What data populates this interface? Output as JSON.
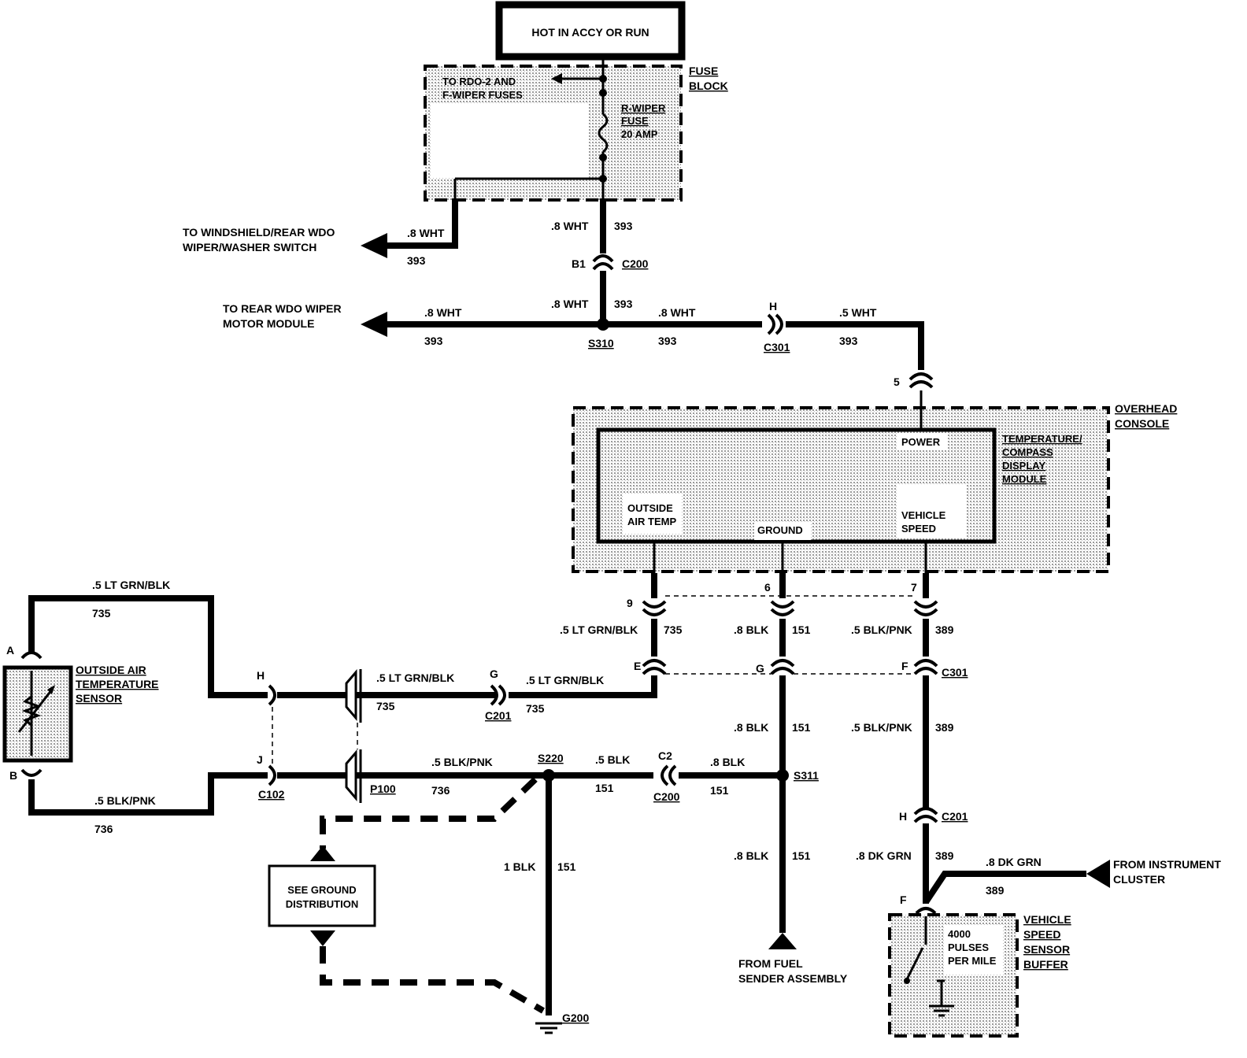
{
  "power_source": "HOT IN ACCY OR RUN",
  "fuse_block": {
    "title_line1": "FUSE",
    "title_line2": "BLOCK",
    "to_fuses_line1": "TO RDO-2 AND",
    "to_fuses_line2": "F-WIPER FUSES",
    "fuse_line1": "R-WIPER",
    "fuse_line2": "FUSE",
    "fuse_line3": "20 AMP"
  },
  "destinations": {
    "wiper_switch_line1": "TO WINDSHIELD/REAR WDO",
    "wiper_switch_line2": "WIPER/WASHER SWITCH",
    "rear_wiper_line1": "TO REAR WDO WIPER",
    "rear_wiper_line2": "MOTOR MODULE",
    "fuel_sender_line1": "FROM FUEL",
    "fuel_sender_line2": "SENDER ASSEMBLY",
    "instrument_line1": "FROM INSTRUMENT",
    "instrument_line2": "CLUSTER",
    "ground_dist_line1": "SEE GROUND",
    "ground_dist_line2": "DISTRIBUTION"
  },
  "overhead_console": {
    "title_line1": "OVERHEAD",
    "title_line2": "CONSOLE",
    "module_line1": "TEMPERATURE/",
    "module_line2": "COMPASS",
    "module_line3": "DISPLAY",
    "module_line4": "MODULE",
    "power": "POWER",
    "outside_line1": "OUTSIDE",
    "outside_line2": "AIR TEMP",
    "ground": "GROUND",
    "vehicle_line1": "VEHICLE",
    "vehicle_line2": "SPEED"
  },
  "sensor": {
    "line1": "OUTSIDE AIR",
    "line2": "TEMPERATURE",
    "line3": "SENSOR",
    "pin_a": "A",
    "pin_b": "B"
  },
  "vss_buffer": {
    "line1": "VEHICLE",
    "line2": "SPEED",
    "line3": "SENSOR",
    "line4": "BUFFER",
    "pulses_line1": "4000",
    "pulses_line2": "PULSES",
    "pulses_line3": "PER MILE",
    "pin": "F"
  },
  "wires": {
    "wht8": ".8 WHT",
    "wht5": ".5 WHT",
    "c393": "393",
    "ltgrn": ".5 LT GRN/BLK",
    "c735": "735",
    "blkpnk": ".5 BLK/PNK",
    "c736": "736",
    "blk8": ".8 BLK",
    "blk5": ".5 BLK",
    "blk1": "1 BLK",
    "c151": "151",
    "c389": "389",
    "dkgrn": ".8 DK GRN"
  },
  "connectors": {
    "c200": "C200",
    "c301": "C301",
    "c201": "C201",
    "c102": "C102",
    "p100": "P100",
    "s310": "S310",
    "s311": "S311",
    "s220": "S220",
    "g200": "G200",
    "b1": "B1",
    "h": "H",
    "g": "G",
    "j": "J",
    "e": "E",
    "f": "F",
    "c2": "C2",
    "p5": "5",
    "p6": "6",
    "p7": "7",
    "p9": "9"
  }
}
